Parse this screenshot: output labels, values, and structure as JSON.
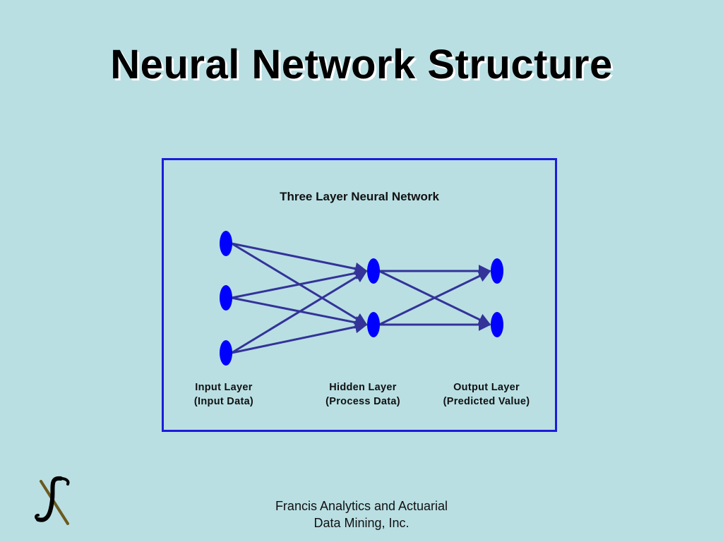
{
  "slide": {
    "title": "Neural Network Structure"
  },
  "diagram": {
    "title": "Three Layer Neural Network",
    "colors": {
      "node": "#0000ff",
      "edge": "#333399",
      "border": "#1c1cd9"
    },
    "layers": [
      {
        "line1": "Input Layer",
        "line2": "(Input Data)",
        "nodes": 3
      },
      {
        "line1": "Hidden Layer",
        "line2": "(Process Data)",
        "nodes": 2
      },
      {
        "line1": "Output Layer",
        "line2": "(Predicted Value)",
        "nodes": 2
      }
    ]
  },
  "footer": {
    "line1": "Francis Analytics and Actuarial",
    "line2": "Data Mining, Inc."
  },
  "logo": {
    "icon": "integral-pickaxe-logo"
  }
}
